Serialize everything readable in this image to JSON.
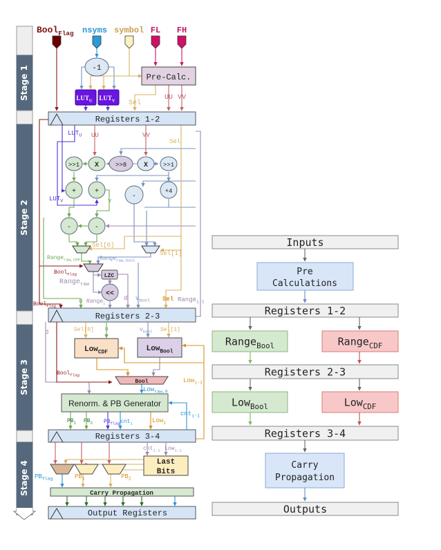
{
  "stages": {
    "s1": "Stage 1",
    "s2": "Stage 2",
    "s3": "Stage 3",
    "s4": "Stage 4"
  },
  "inputs": {
    "bool_flag": {
      "t": "Bool",
      "sub": "Flag"
    },
    "nsyms": {
      "t": "nsyms",
      "sub": ""
    },
    "symbol": {
      "t": "symbol",
      "sub": ""
    },
    "fl": {
      "t": "FL",
      "sub": ""
    },
    "fh": {
      "t": "FH",
      "sub": ""
    }
  },
  "blocks": {
    "minus1": {
      "t": "-1",
      "sub": ""
    },
    "precalc": {
      "t": "Pre-Calc.",
      "sub": ""
    },
    "lut_u": {
      "t": "LUT",
      "sub": "U"
    },
    "lut_v": {
      "t": "LUT",
      "sub": "V"
    },
    "reg12": {
      "t": "Registers 1-2",
      "sub": ""
    },
    "shr1a": {
      "t": ">>1",
      "sub": ""
    },
    "mul_a": {
      "t": "X",
      "sub": ""
    },
    "shr8": {
      "t": ">>8",
      "sub": ""
    },
    "mul_b": {
      "t": "X",
      "sub": ""
    },
    "shr1b": {
      "t": ">>1",
      "sub": ""
    },
    "add_a": {
      "t": "+",
      "sub": ""
    },
    "add_b": {
      "t": "+",
      "sub": ""
    },
    "sub_c": {
      "t": "-",
      "sub": ""
    },
    "add4": {
      "t": "+4",
      "sub": ""
    },
    "sub_a": {
      "t": "-",
      "sub": ""
    },
    "sub_b": {
      "t": "-",
      "sub": ""
    },
    "lzc": {
      "t": "LZC",
      "sub": ""
    },
    "shl": {
      "t": "<<",
      "sub": ""
    },
    "reg23": {
      "t": "Registers 2-3",
      "sub": ""
    },
    "low_cdf": {
      "t": "Low",
      "sub": "CDF"
    },
    "low_bool": {
      "t": "Low",
      "sub": "Bool"
    },
    "bool_mux": {
      "t": "Bool",
      "sub": ""
    },
    "renorm": {
      "t": "Renorm. & PB Generator",
      "sub": ""
    },
    "reg34": {
      "t": "Registers 3-4",
      "sub": ""
    },
    "last_bits_1": {
      "t": "Last",
      "sub": ""
    },
    "last_bits_2": {
      "t": "Bits",
      "sub": ""
    },
    "carry": {
      "t": "Carry Propagation",
      "sub": ""
    },
    "outregs": {
      "t": "Output Registers",
      "sub": ""
    }
  },
  "wire_labels": {
    "sel1": {
      "t": "Sel",
      "sub": ""
    },
    "uu1": {
      "t": "UU",
      "sub": ""
    },
    "vv1": {
      "t": "VV",
      "sub": ""
    },
    "lutu2": {
      "t": "LUT",
      "sub": "U"
    },
    "uu2": {
      "t": "UU",
      "sub": ""
    },
    "vv2": {
      "t": "VV",
      "sub": ""
    },
    "sel2": {
      "t": "Sel",
      "sub": ""
    },
    "lutv2": {
      "t": "LUT",
      "sub": "V"
    },
    "v2": {
      "t": "v",
      "sub": ""
    },
    "sel0": {
      "t": "Sel[0]",
      "sub": ""
    },
    "sel1b": {
      "t": "Sel[1]",
      "sub": ""
    },
    "range_cdf": {
      "t": "Range",
      "sub": "raw,CDF"
    },
    "range_bool": {
      "t": "Range",
      "sub": "raw,bool"
    },
    "boolflag2": {
      "t": "Bool",
      "sub": "Flag"
    },
    "range_raw": {
      "t": "Range",
      "sub": "raw"
    },
    "u2": {
      "t": "u",
      "sub": ""
    },
    "range_i": {
      "t": "Range",
      "sub": "i"
    },
    "d2": {
      "t": "d",
      "sub": ""
    },
    "vbool2": {
      "t": "v",
      "sub": "bool"
    },
    "sel3": {
      "t": "Sel",
      "sub": ""
    },
    "range_im1": {
      "t": "Range",
      "sub": "i-1"
    },
    "boolflag3": {
      "t": "Bool",
      "sub": "Flag"
    },
    "sel0b": {
      "t": "Sel[0]",
      "sub": ""
    },
    "u3": {
      "t": "u",
      "sub": ""
    },
    "vbool3": {
      "t": "v",
      "sub": "bool"
    },
    "sel1c": {
      "t": "Sel[1]",
      "sub": ""
    },
    "d3": {
      "t": "d",
      "sub": ""
    },
    "boolflag4": {
      "t": "Bool",
      "sub": "flag"
    },
    "low_raw0": {
      "t": "Low",
      "sub": "raw,0"
    },
    "low_im1": {
      "t": "Low",
      "sub": "i-1"
    },
    "cnt_im1": {
      "t": "cnt",
      "sub": "i-1"
    },
    "pb1": {
      "t": "PB",
      "sub": "1"
    },
    "pb2": {
      "t": "PB",
      "sub": "2"
    },
    "pbflag": {
      "t": "PB",
      "sub": "flag"
    },
    "cnt_i": {
      "t": "cnt",
      "sub": "i"
    },
    "low_i": {
      "t": "Low",
      "sub": "i"
    },
    "cnt_im1b": {
      "t": "cnt",
      "sub": "i-1"
    },
    "low_im1b": {
      "t": "Low",
      "sub": "i-1"
    },
    "pbflag_out": {
      "t": "PB",
      "sub": "flag"
    },
    "pb1_out": {
      "t": "PB",
      "sub": "1"
    },
    "pb2_out": {
      "t": "PB",
      "sub": "2"
    }
  },
  "overview": {
    "inputs": {
      "t": "Inputs",
      "sub": ""
    },
    "pre1": {
      "t": "Pre",
      "sub": ""
    },
    "pre2": {
      "t": "Calculations",
      "sub": ""
    },
    "reg12": {
      "t": "Registers 1-2",
      "sub": ""
    },
    "range_bool": {
      "t": "Range",
      "sub": "Bool"
    },
    "range_cdf": {
      "t": "Range",
      "sub": "CDF"
    },
    "reg23": {
      "t": "Registers 2-3",
      "sub": ""
    },
    "low_bool": {
      "t": "Low",
      "sub": "Bool"
    },
    "low_cdf": {
      "t": "Low",
      "sub": "CDF"
    },
    "reg34": {
      "t": "Registers 3-4",
      "sub": ""
    },
    "carry1": {
      "t": "Carry",
      "sub": ""
    },
    "carry2": {
      "t": "Propagation",
      "sub": ""
    },
    "outputs": {
      "t": "Outputs",
      "sub": ""
    }
  },
  "colors": {
    "stage_bar": "#56687c",
    "register": "#d6e5f6",
    "bool_flag": "#7b1414",
    "nsyms": "#2a95d5",
    "symbol": "#c8a050",
    "fl_fh": "#c8156a",
    "lut": "#6020d0",
    "green_block": "#d5e8d0",
    "red_block": "#f8c8c8",
    "blue_block": "#d8e6f8"
  }
}
